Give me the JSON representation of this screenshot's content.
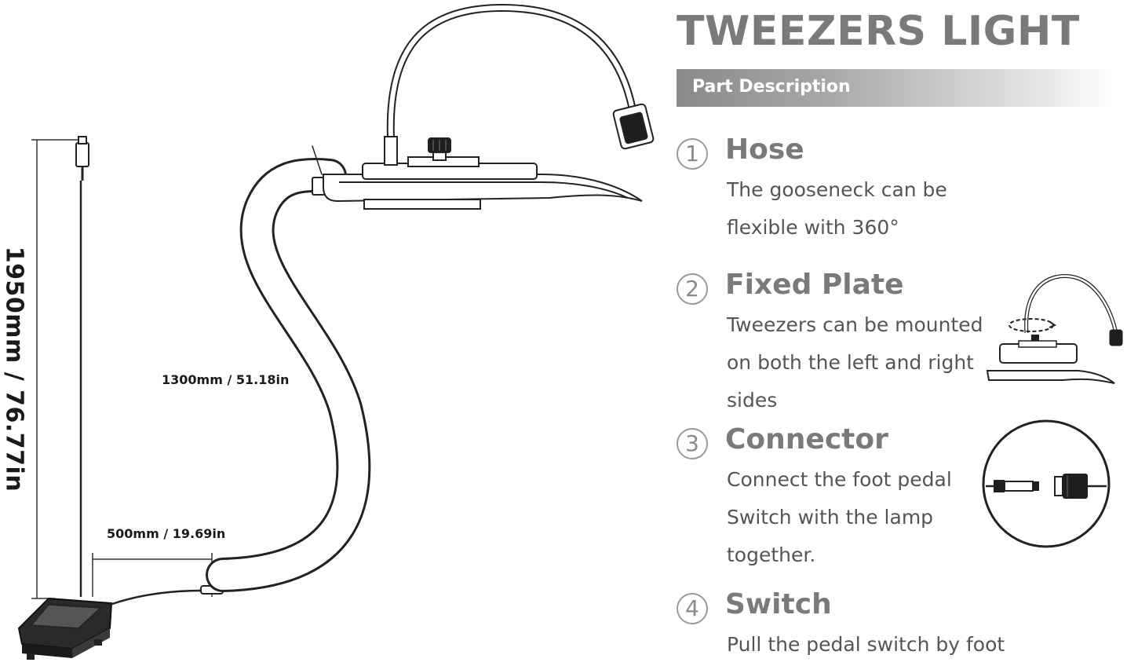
{
  "title": "TWEEZERS LIGHT",
  "banner": "Part Description",
  "dimensions": {
    "height": "1950mm / 76.77in",
    "hose": "1300mm / 51.18in",
    "base": "500mm / 19.69in"
  },
  "parts": [
    {
      "number": "1",
      "name": "Hose",
      "description": "The gooseneck can be flexible with 360°"
    },
    {
      "number": "2",
      "name": "Fixed Plate",
      "description": "Tweezers can be mounted on both the left and right sides"
    },
    {
      "number": "3",
      "name": "Connector",
      "description": "Connect the foot pedal Switch with the lamp together."
    },
    {
      "number": "4",
      "name": "Switch",
      "description": "Pull the pedal switch by foot"
    }
  ]
}
